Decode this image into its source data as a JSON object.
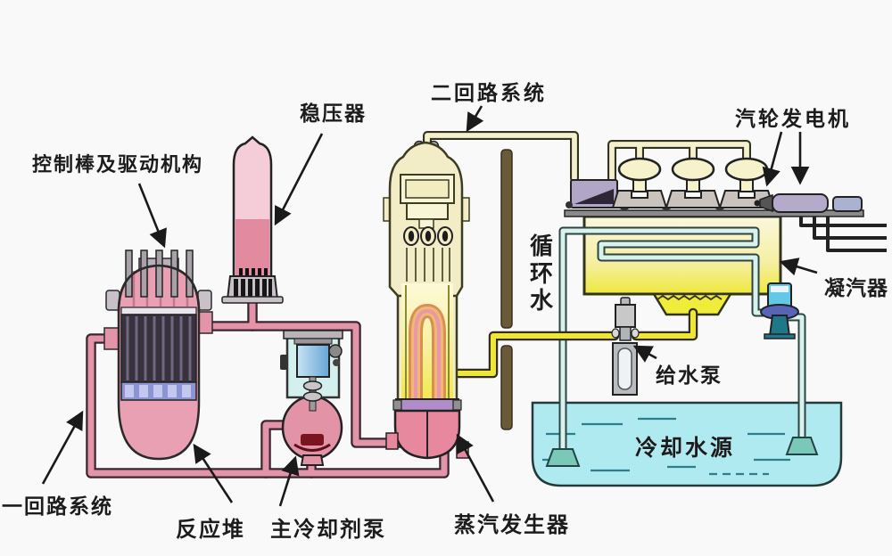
{
  "diagram": {
    "labels": {
      "control_rods": "控制棒及驱动机构",
      "pressurizer": "稳压器",
      "secondary_loop": "二回路系统",
      "turbine_generator": "汽轮发电机",
      "circulating_water": "循环水",
      "condenser": "凝汽器",
      "feedwater_pump": "给水泵",
      "cooling_water_source": "冷却水源",
      "steam_generator": "蒸汽发生器",
      "main_coolant_pump": "主冷却剂泵",
      "reactor": "反应堆",
      "primary_loop": "一回路系统"
    },
    "colors": {
      "primary_coolant_pipe": "#e494a8",
      "reactor_vessel": "#e8a0b2",
      "pressurizer_steam": "#f5cdd9",
      "pressurizer_water": "#e28ba0",
      "secondary_steam_pipe": "#f4efcc",
      "feedwater_pipe": "#efe63a",
      "condenser_yellow": "#eee83c",
      "circulating_pipe": "#d9f2ec",
      "cooling_pool": "#aeeaf0",
      "generator_body": "#b6aacb",
      "turbine_casing": "#c9c2bd",
      "containment_wall": "#695a38",
      "outline": "#2a2a2a"
    }
  }
}
